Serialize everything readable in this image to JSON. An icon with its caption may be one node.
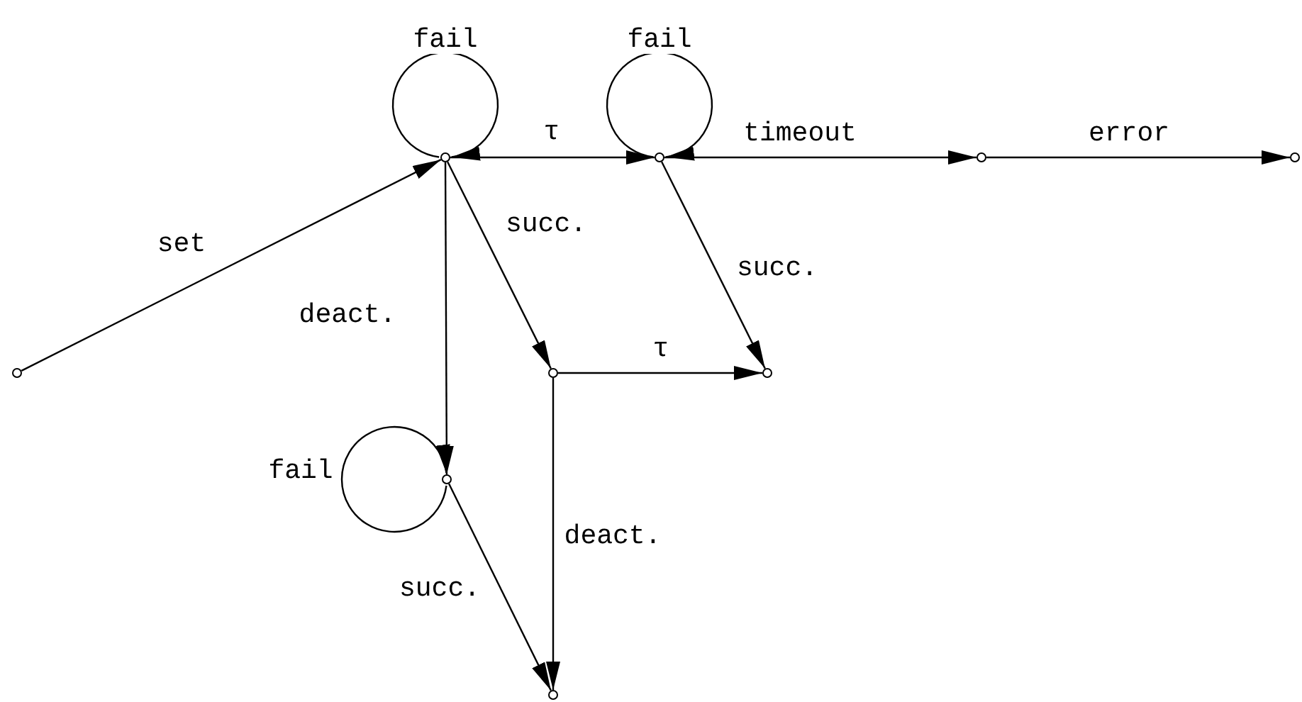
{
  "diagram": {
    "nodes": [
      {
        "text": [],
        "shape": "circle"
      },
      {
        "text": [],
        "shape": "circle"
      },
      {
        "text": [],
        "shape": "circle"
      },
      {
        "text": [],
        "shape": "circle"
      },
      {
        "text": [],
        "shape": "circle"
      },
      {
        "text": [],
        "shape": "circle"
      },
      {
        "text": [],
        "shape": "circle"
      },
      {
        "text": [],
        "shape": "circle"
      },
      {
        "text": [],
        "shape": "circle"
      }
    ],
    "edges": [
      {
        "from": 0,
        "to": 1,
        "arrow": "to",
        "label": "set"
      },
      {
        "from": 1,
        "to": 1,
        "arrow": "to",
        "label": "fail"
      },
      {
        "from": 1,
        "to": 2,
        "arrow": "to",
        "label": "τ"
      },
      {
        "from": 2,
        "to": 2,
        "arrow": "to",
        "label": "fail"
      },
      {
        "from": 2,
        "to": 3,
        "arrow": "to",
        "label": "timeout"
      },
      {
        "from": 3,
        "to": 4,
        "arrow": "to",
        "label": "error"
      },
      {
        "from": 1,
        "to": 5,
        "arrow": "to",
        "label": "succ."
      },
      {
        "from": 2,
        "to": 6,
        "arrow": "to",
        "label": "succ."
      },
      {
        "from": 5,
        "to": 6,
        "arrow": "to",
        "label": "τ"
      },
      {
        "from": 1,
        "to": 7,
        "arrow": "to",
        "label": "deact."
      },
      {
        "from": 7,
        "to": 7,
        "arrow": "to",
        "label": "fail"
      },
      {
        "from": 5,
        "to": 8,
        "arrow": "to",
        "label": "deact."
      },
      {
        "from": 7,
        "to": 8,
        "arrow": "to",
        "label": "succ."
      }
    ]
  }
}
